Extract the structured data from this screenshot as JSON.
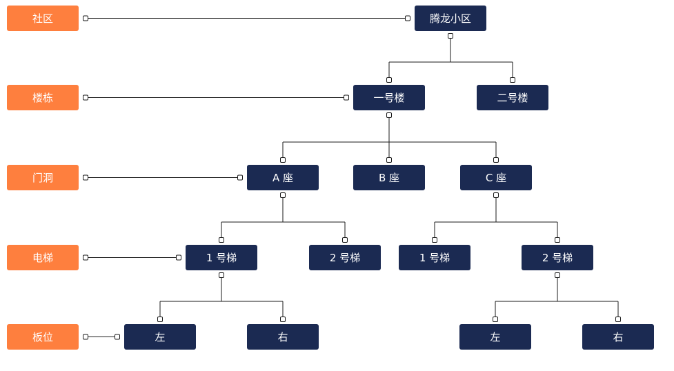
{
  "levels": [
    {
      "id": "level-community",
      "label": "社区"
    },
    {
      "id": "level-building",
      "label": "楼栋"
    },
    {
      "id": "level-entrance",
      "label": "门洞"
    },
    {
      "id": "level-elevator",
      "label": "电梯"
    },
    {
      "id": "level-position",
      "label": "板位"
    }
  ],
  "nodes": [
    {
      "id": "community",
      "label": "腾龙小区",
      "level": 0,
      "parent": null
    },
    {
      "id": "building-1",
      "label": "一号楼",
      "level": 1,
      "parent": "community"
    },
    {
      "id": "building-2",
      "label": "二号楼",
      "level": 1,
      "parent": "community"
    },
    {
      "id": "entrance-a",
      "label": "A 座",
      "level": 2,
      "parent": "building-1"
    },
    {
      "id": "entrance-b",
      "label": "B 座",
      "level": 2,
      "parent": "building-1"
    },
    {
      "id": "entrance-c",
      "label": "C 座",
      "level": 2,
      "parent": "building-1"
    },
    {
      "id": "elevator-a1",
      "label": "1 号梯",
      "level": 3,
      "parent": "entrance-a"
    },
    {
      "id": "elevator-a2",
      "label": "2 号梯",
      "level": 3,
      "parent": "entrance-a"
    },
    {
      "id": "elevator-c1",
      "label": "1 号梯",
      "level": 3,
      "parent": "entrance-c"
    },
    {
      "id": "elevator-c2",
      "label": "2 号梯",
      "level": 3,
      "parent": "entrance-c"
    },
    {
      "id": "position-a1-left",
      "label": "左",
      "level": 4,
      "parent": "elevator-a1"
    },
    {
      "id": "position-a1-right",
      "label": "右",
      "level": 4,
      "parent": "elevator-a1"
    },
    {
      "id": "position-c2-left",
      "label": "左",
      "level": 4,
      "parent": "elevator-c2"
    },
    {
      "id": "position-c2-right",
      "label": "右",
      "level": 4,
      "parent": "elevator-c2"
    }
  ],
  "level_links": [
    {
      "level": 0,
      "target": "community"
    },
    {
      "level": 1,
      "target": "building-1"
    },
    {
      "level": 2,
      "target": "entrance-a"
    },
    {
      "level": 3,
      "target": "elevator-a1"
    },
    {
      "level": 4,
      "target": "position-a1-left"
    }
  ],
  "colors": {
    "level": "#fe7f3e",
    "entity": "#1b2a52",
    "edge": "#1a1a1a"
  }
}
